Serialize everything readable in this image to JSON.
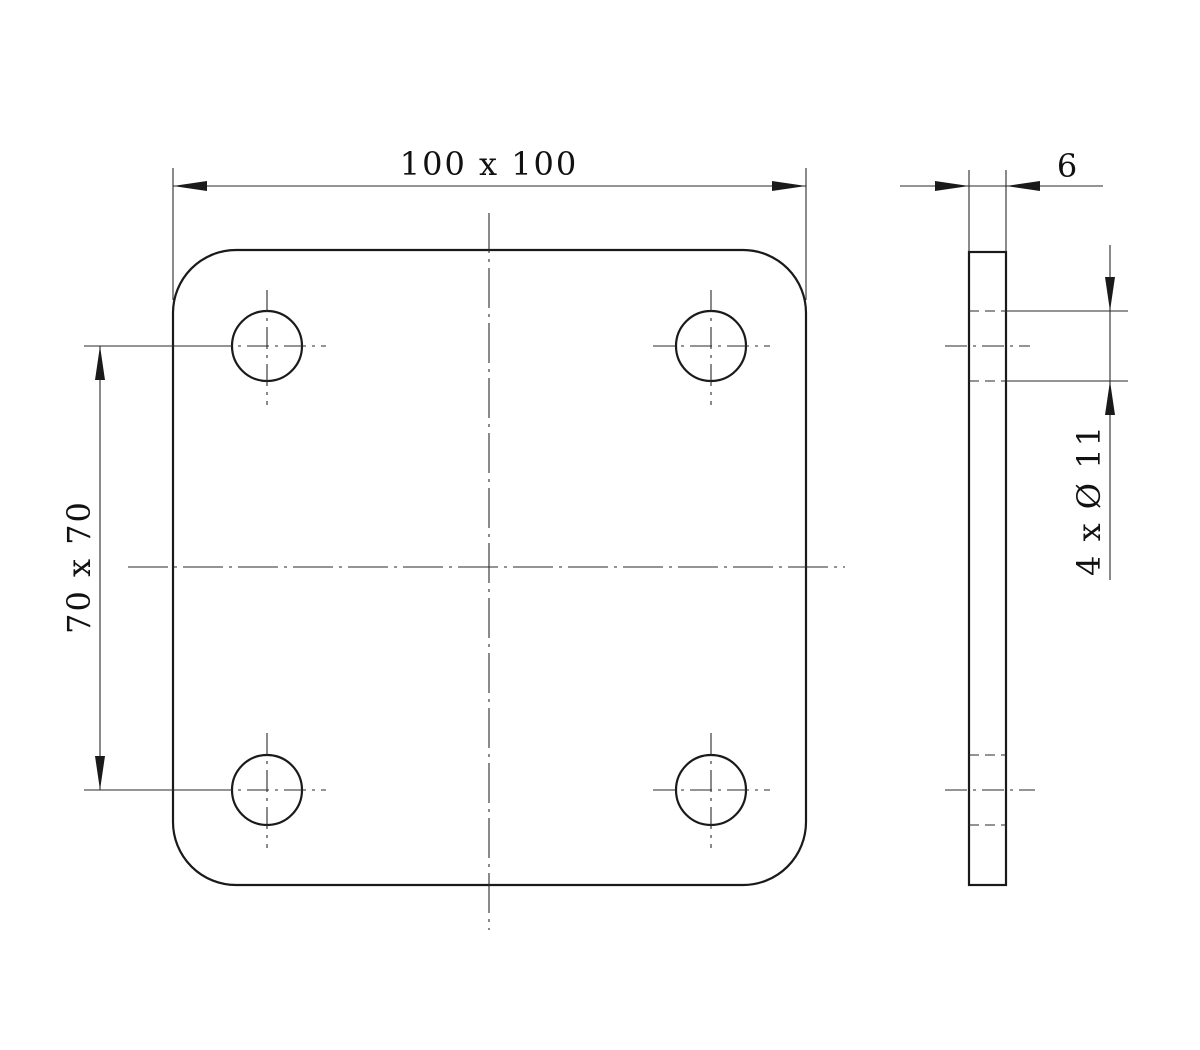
{
  "dimensions": {
    "overall_size": "100 x 100",
    "hole_spacing": "70 x 70",
    "thickness": "6",
    "holes": "4 x Ø 11"
  }
}
